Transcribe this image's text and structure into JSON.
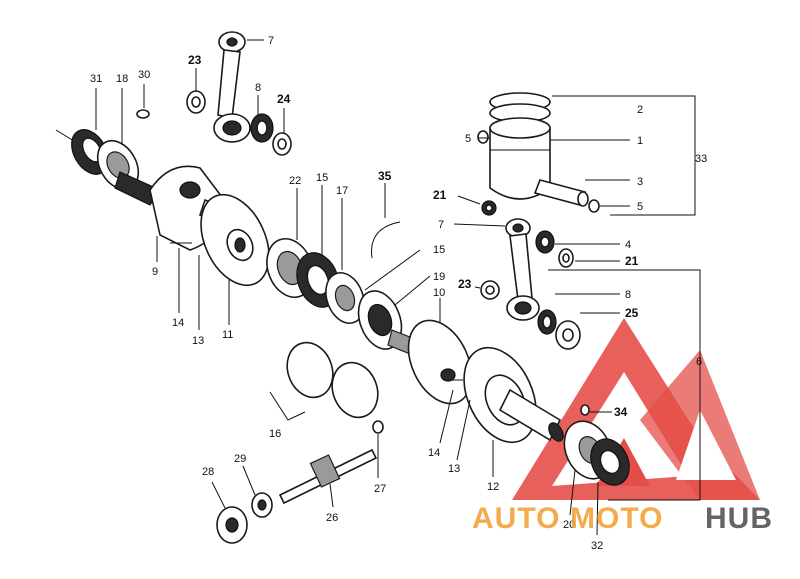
{
  "callouts": {
    "c1": "1",
    "c2": "2",
    "c3": "3",
    "c4": "4",
    "c5a": "5",
    "c5b": "5",
    "c6": "6",
    "c7a": "7",
    "c7b": "7",
    "c8a": "8",
    "c8b": "8",
    "c9": "9",
    "c10": "10",
    "c11": "11",
    "c12": "12",
    "c13a": "13",
    "c13b": "13",
    "c14a": "14",
    "c14b": "14",
    "c15a": "15",
    "c15b": "15",
    "c16": "16",
    "c17": "17",
    "c18": "18",
    "c19": "19",
    "c20": "20",
    "c21a": "21",
    "c21b": "21",
    "c22": "22",
    "c23a": "23",
    "c23b": "23",
    "c24": "24",
    "c25": "25",
    "c26": "26",
    "c27": "27",
    "c28": "28",
    "c29": "29",
    "c30": "30",
    "c31": "31",
    "c32": "32",
    "c33": "33",
    "c34": "34",
    "c35": "35"
  },
  "watermark": {
    "word_auto": "AUTO",
    "word_moto": "MOTO",
    "word_hub": "HUB",
    "colors": {
      "logo_red": "#e0302a",
      "text_orange": "#f2a33a",
      "text_gray": "#555555"
    }
  }
}
